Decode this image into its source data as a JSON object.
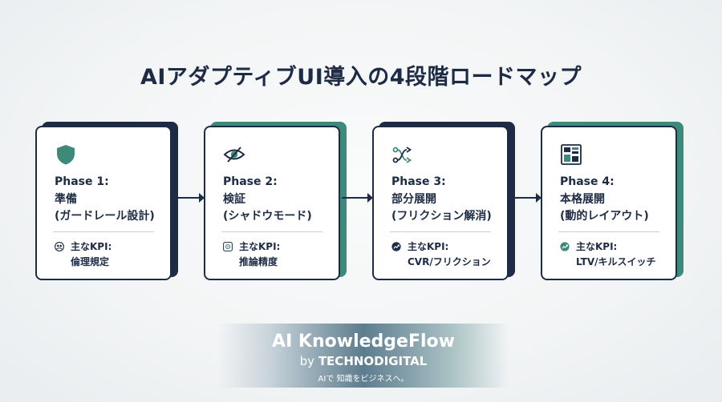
{
  "title": "AIアダプティブUI導入の4段階ロードマップ",
  "colors": {
    "navy": "#1d2b45",
    "teal": "#3d8a7a"
  },
  "phases": [
    {
      "phase": "Phase 1:",
      "name_line1": "準備",
      "name_line2": "(ガードレール設計)",
      "kpi_label": "主なKPI:",
      "kpi_value": "倫理規定",
      "icon": "shield-icon",
      "kpi_icon": "people-icon"
    },
    {
      "phase": "Phase 2:",
      "name_line1": "検証",
      "name_line2": "(シャドウモード)",
      "kpi_label": "主なKPI:",
      "kpi_value": "推論精度",
      "icon": "eye-slash-icon",
      "kpi_icon": "target-icon"
    },
    {
      "phase": "Phase 3:",
      "name_line1": "部分展開",
      "name_line2": "(フリクション解消)",
      "kpi_label": "主なKPI:",
      "kpi_value": "CVR/フリクション",
      "icon": "flow-icon",
      "kpi_icon": "trend-up-icon"
    },
    {
      "phase": "Phase 4:",
      "name_line1": "本格展開",
      "name_line2": "(動的レイアウト)",
      "kpi_label": "主なKPI:",
      "kpi_value": "LTV/キルスイッチ",
      "icon": "layout-icon",
      "kpi_icon": "trend-up-icon"
    }
  ],
  "footer": {
    "brand": "AI KnowledgeFlow",
    "by": "by",
    "company": "TECHNODIGITAL",
    "tagline": "AIで 知識をビジネスへ。"
  }
}
